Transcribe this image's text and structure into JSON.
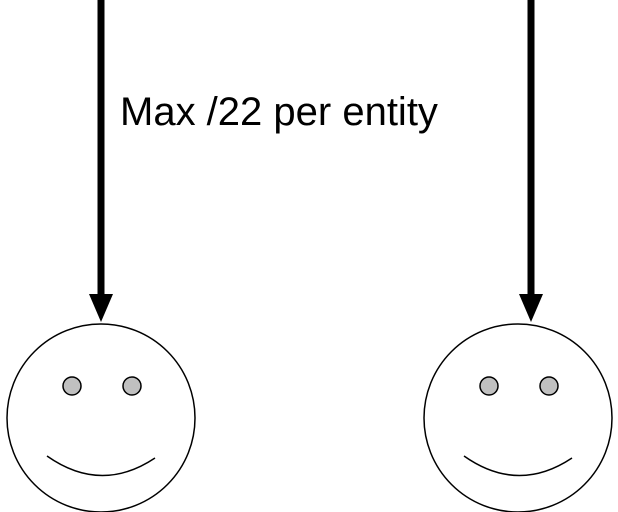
{
  "label": "Max /22 per entity",
  "colors": {
    "stroke": "#000000",
    "eye_fill": "#c0c0c0",
    "background": "#ffffff"
  },
  "nodes": [
    {
      "id": "left-entity",
      "type": "smiley-face"
    },
    {
      "id": "right-entity",
      "type": "smiley-face"
    }
  ],
  "edges": [
    {
      "to": "left-entity",
      "style": "arrow-down"
    },
    {
      "to": "right-entity",
      "style": "arrow-down"
    }
  ]
}
